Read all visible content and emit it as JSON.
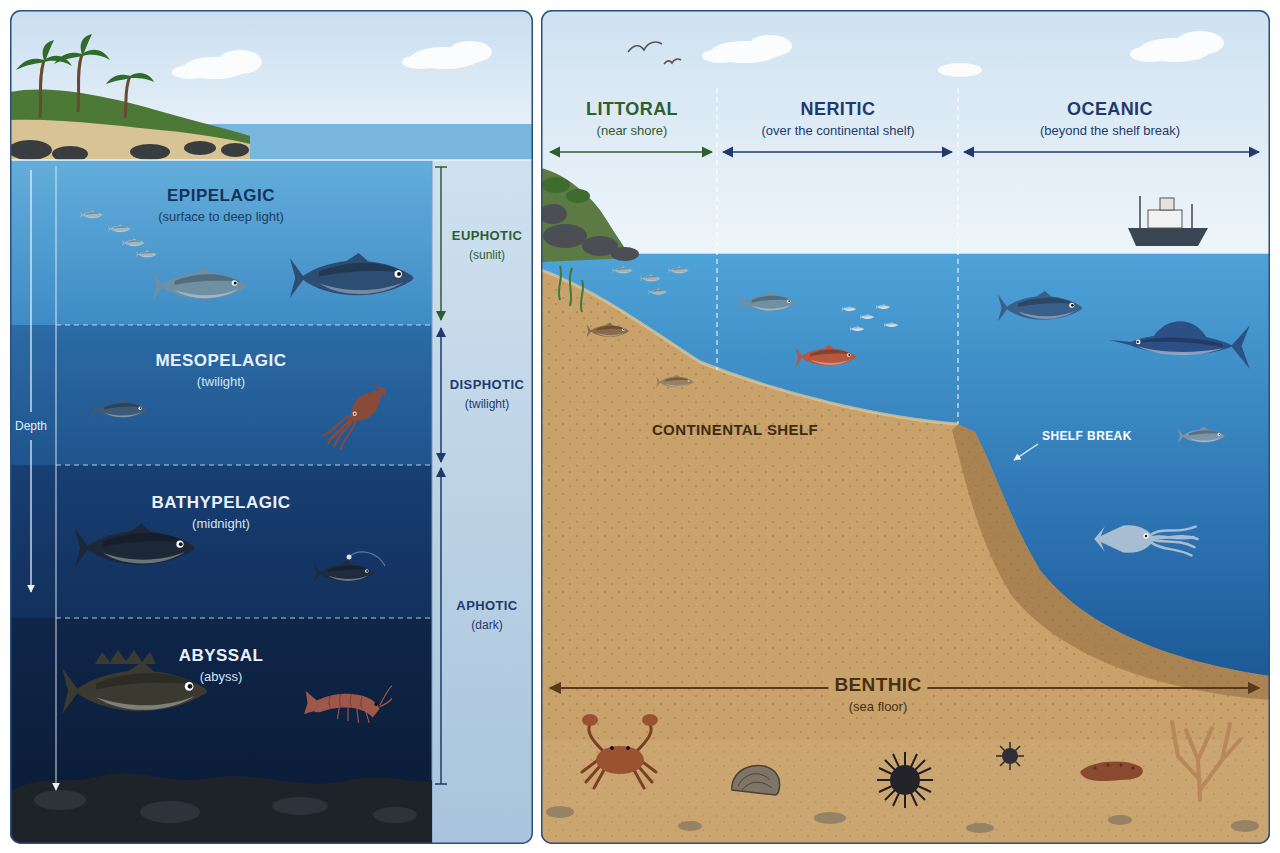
{
  "diagram": {
    "nodes": [
      {
        "text": [
          "EPIPELAGIC",
          "(surface to deep light)"
        ]
      },
      {
        "text": [
          "MESOPELAGIC",
          "(twilight)"
        ]
      },
      {
        "text": [
          "BATHYPELAGIC",
          "(midnight)"
        ]
      },
      {
        "text": [
          "ABYSSAL",
          "(abyss)"
        ]
      }
    ],
    "labels": [
      "Depth",
      "EUPHOTIC",
      "(sunlit)",
      "DISPHOTIC",
      "(twilight)",
      "APHOTIC",
      "(dark)",
      "LITTORAL",
      "(near shore)",
      "NERITIC",
      "(over the continental shelf)",
      "OCEANIC",
      "(beyond the shelf break)",
      "CONTINENTAL SHELF",
      "SHELF BREAK",
      "BENTHIC",
      "(sea floor)"
    ]
  }
}
